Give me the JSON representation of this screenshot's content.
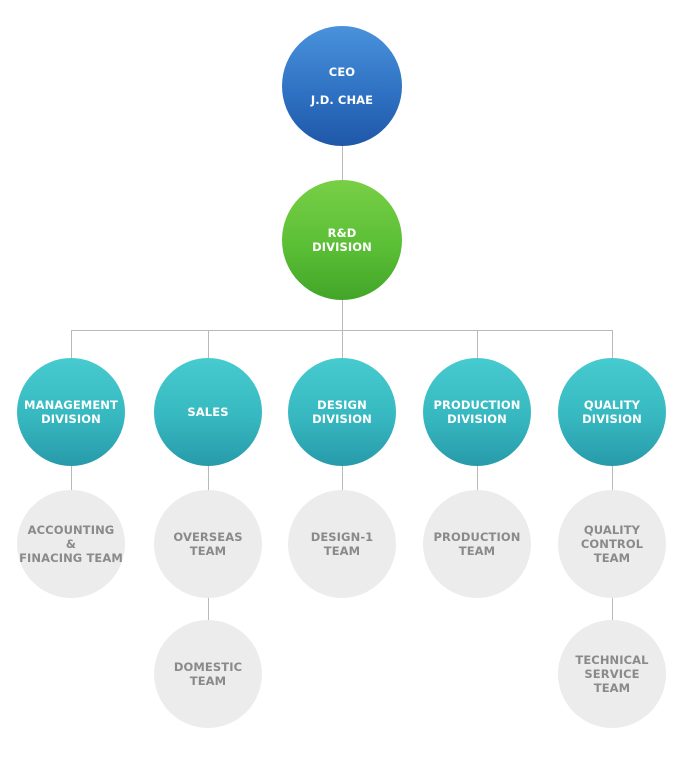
{
  "colors": {
    "ceo": "#2f72c3",
    "rd": "#5bbf36",
    "division": "#37b8c0",
    "team": "#ececec",
    "team_text": "#8a8a8a",
    "connector": "#b9b9b9"
  },
  "ceo": {
    "title": "CEO",
    "name": "J.D. CHAE"
  },
  "rd": {
    "label": "R&D\nDIVISION"
  },
  "divisions": [
    {
      "label": "MANAGEMENT\nDIVISION",
      "teams": [
        "ACCOUNTING\n&\nFINACING TEAM"
      ]
    },
    {
      "label": "SALES",
      "teams": [
        "OVERSEAS\nTEAM",
        "DOMESTIC\nTEAM"
      ]
    },
    {
      "label": "DESIGN\nDIVISION",
      "teams": [
        "DESIGN-1\nTEAM"
      ]
    },
    {
      "label": "PRODUCTION\nDIVISION",
      "teams": [
        "PRODUCTION\nTEAM"
      ]
    },
    {
      "label": "QUALITY\nDIVISION",
      "teams": [
        "QUALITY\nCONTROL\nTEAM",
        "TECHNICAL\nSERVICE\nTEAM"
      ]
    }
  ]
}
